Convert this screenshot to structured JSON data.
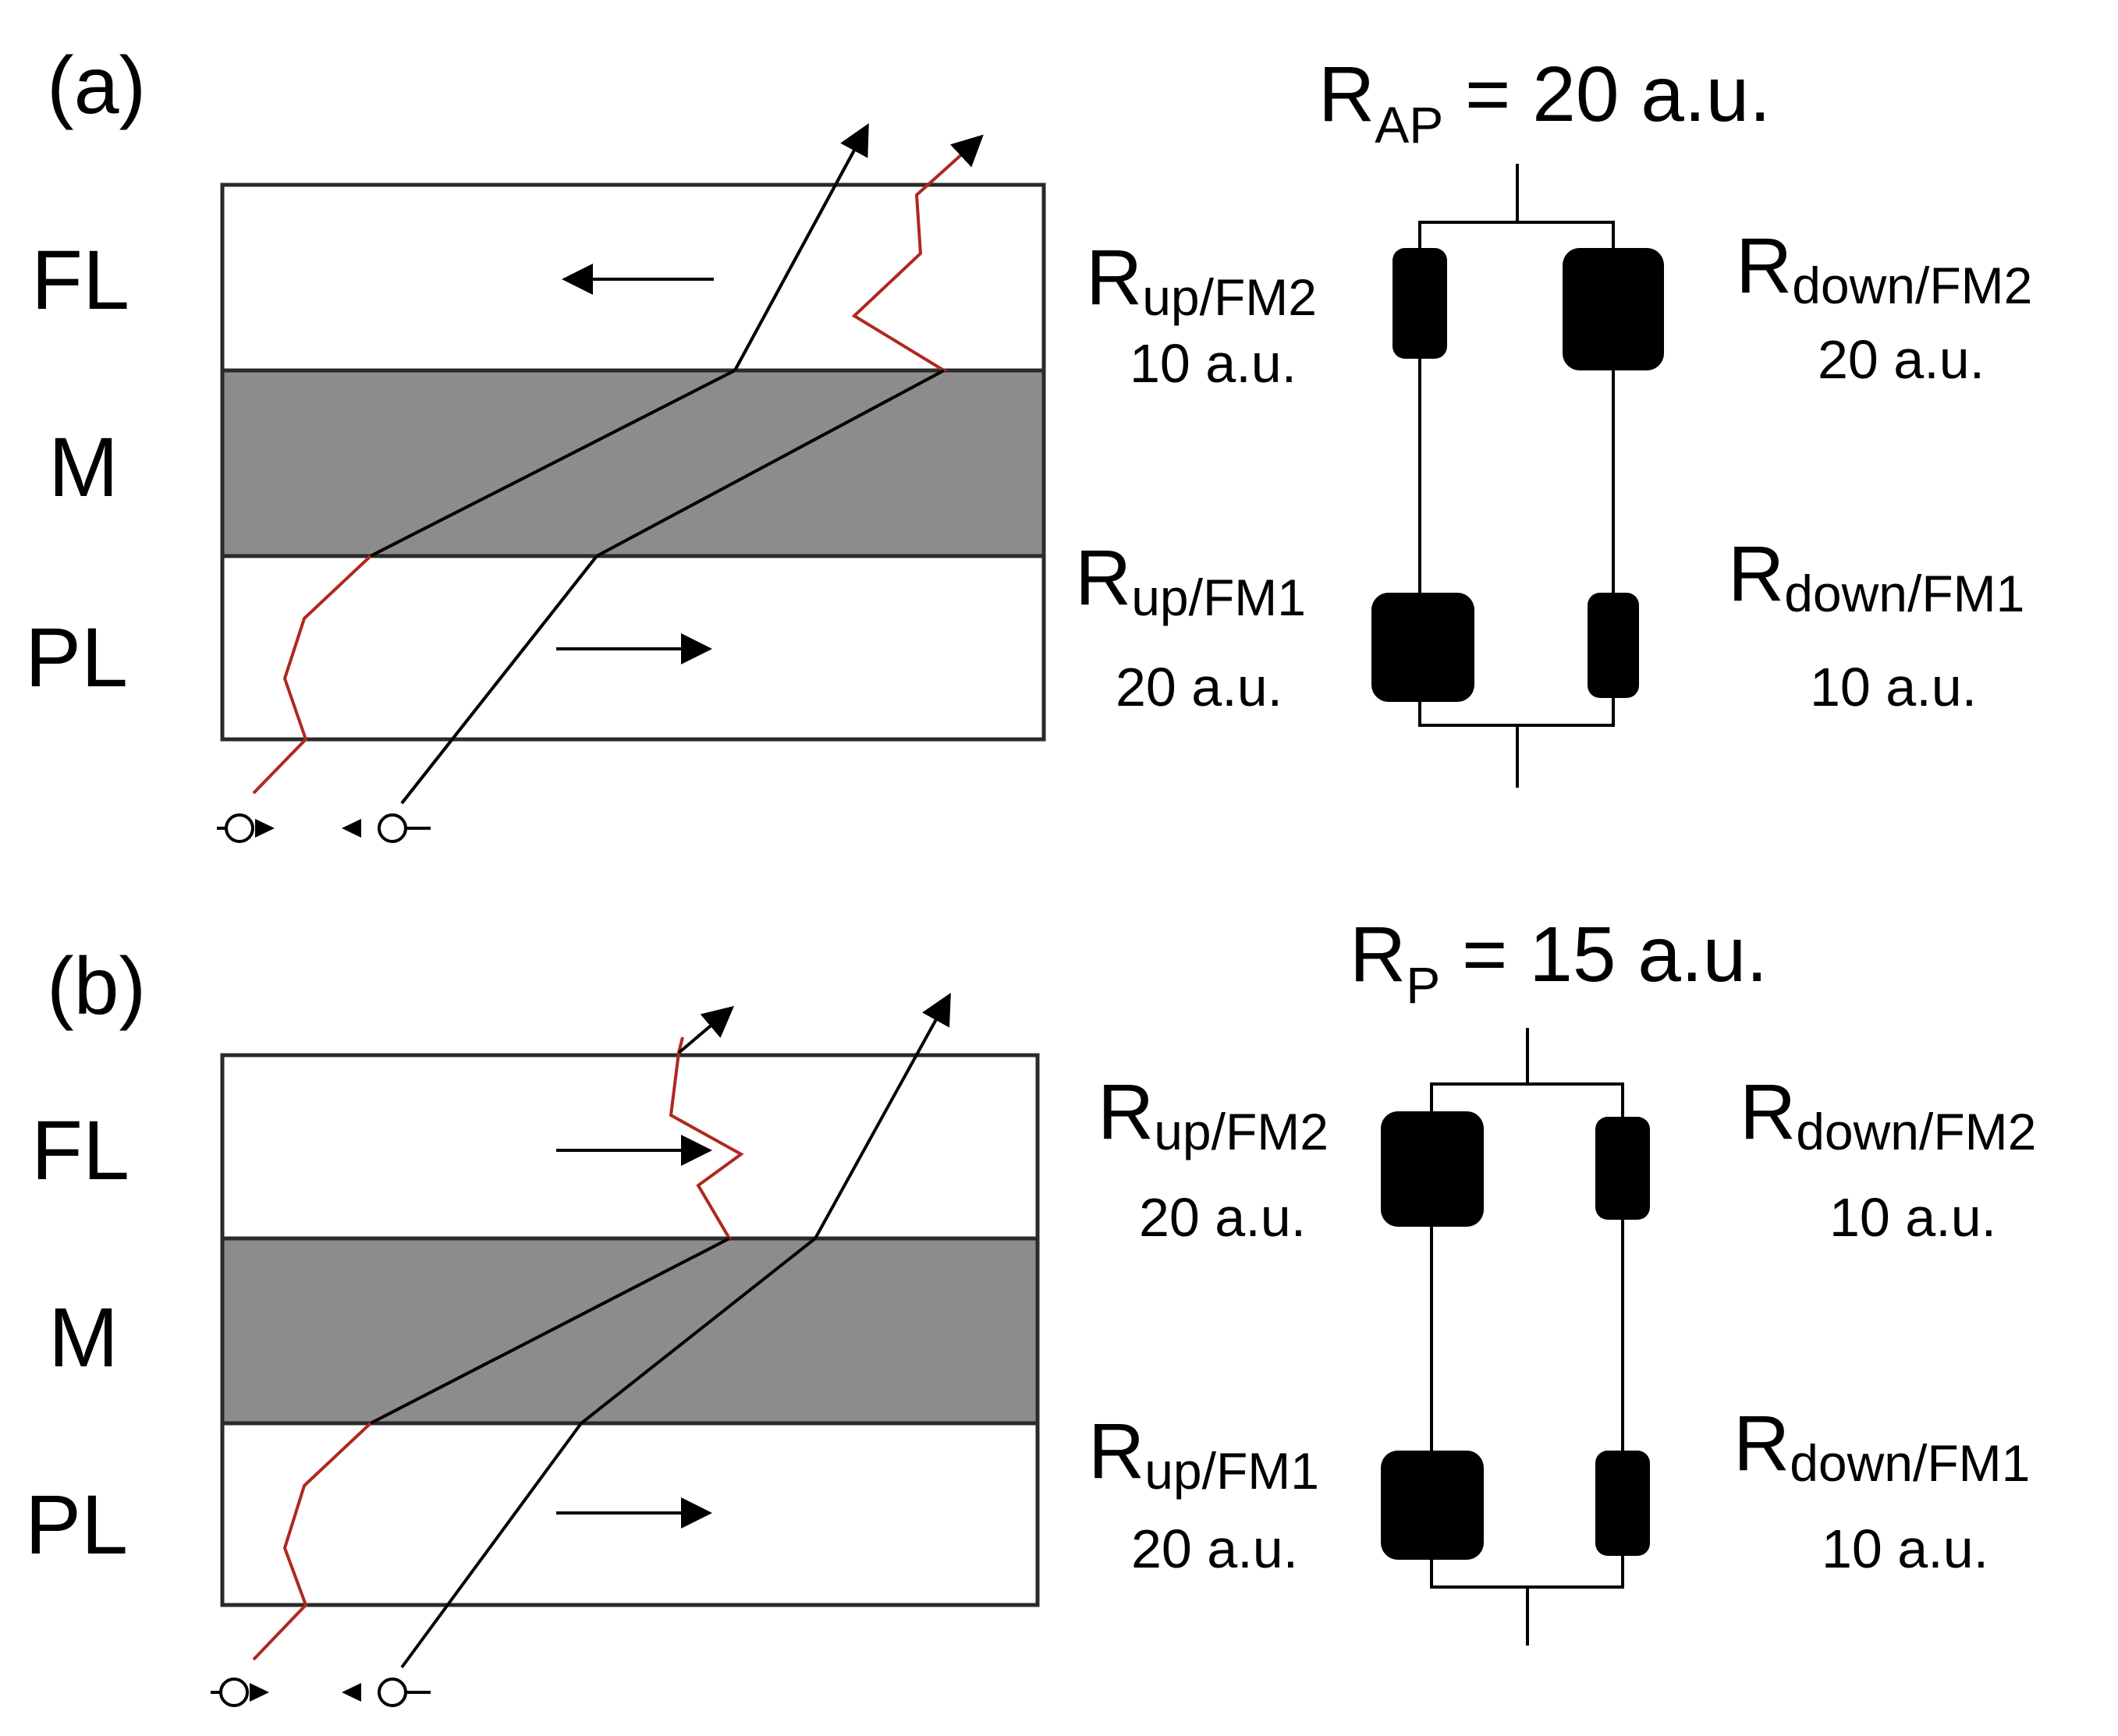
{
  "colors": {
    "barrier_fill": "#8c8c8c",
    "layer_fill": "#ffffff",
    "outline": "#2a2a2a",
    "scattered_path": "#b0281e",
    "direct_path": "#000000",
    "resistor": "#000000"
  },
  "panels": [
    {
      "id": "a",
      "label": "(a)",
      "layers": {
        "top": "FL",
        "middle": "M",
        "bottom": "PL"
      },
      "fl_magnetization": "left",
      "pl_magnetization": "right",
      "total": {
        "main": "R",
        "sub": "AP",
        "value": " = 20 a.u."
      },
      "resistors": {
        "up_fm2": {
          "main": "R",
          "sub": "up/FM2",
          "value": "10 a.u.",
          "size": "small"
        },
        "down_fm2": {
          "main": "R",
          "sub": "down/FM2",
          "value": "20 a.u.",
          "size": "large"
        },
        "up_fm1": {
          "main": "R",
          "sub": "up/FM1",
          "value": "20 a.u.",
          "size": "large"
        },
        "down_fm1": {
          "main": "R",
          "sub": "down/FM1",
          "value": "10 a.u.",
          "size": "small"
        }
      }
    },
    {
      "id": "b",
      "label": "(b)",
      "layers": {
        "top": "FL",
        "middle": "M",
        "bottom": "PL"
      },
      "fl_magnetization": "right",
      "pl_magnetization": "right",
      "total": {
        "main": "R",
        "sub": "P",
        "value": " = 15 a.u."
      },
      "resistors": {
        "up_fm2": {
          "main": "R",
          "sub": "up/FM2",
          "value": "20 a.u.",
          "size": "large"
        },
        "down_fm2": {
          "main": "R",
          "sub": "down/FM2",
          "value": "10 a.u.",
          "size": "small"
        },
        "up_fm1": {
          "main": "R",
          "sub": "up/FM1",
          "value": "20 a.u.",
          "size": "large"
        },
        "down_fm1": {
          "main": "R",
          "sub": "down/FM1",
          "value": "10 a.u.",
          "size": "small"
        }
      }
    }
  ]
}
